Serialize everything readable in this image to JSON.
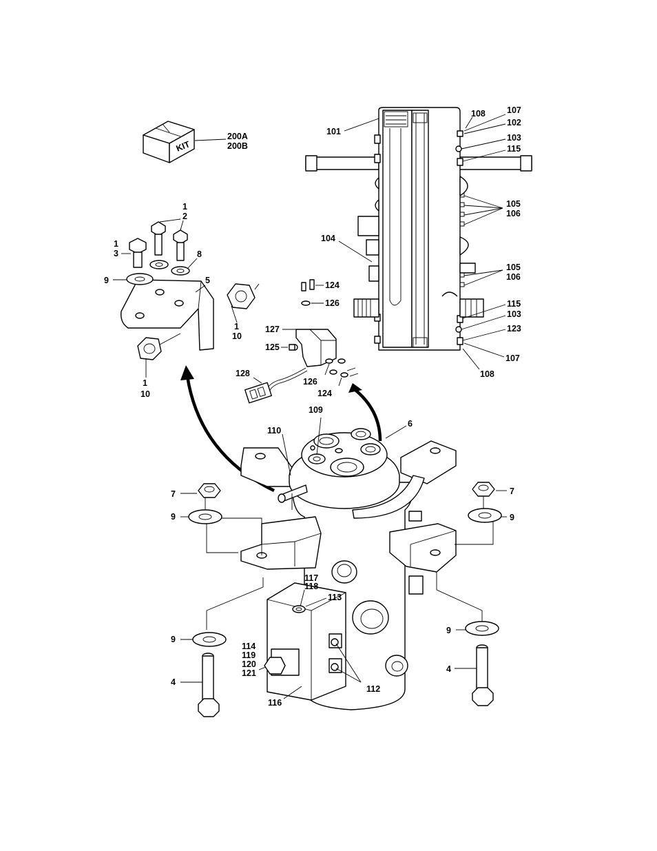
{
  "kit_box_text": "KIT",
  "callouts": {
    "c200A": "200A",
    "c200B": "200B",
    "c1a": "1",
    "c2": "2",
    "c1b": "1",
    "c3": "3",
    "c8": "8",
    "c9a": "9",
    "c5": "5",
    "c1c": "1",
    "c10a": "10",
    "c1d": "1",
    "c10b": "10",
    "c101": "101",
    "c104": "104",
    "c108a": "108",
    "c107a": "107",
    "c102": "102",
    "c103a": "103",
    "c115a": "115",
    "c105a": "105",
    "c106a": "106",
    "c105b": "105",
    "c106b": "106",
    "c115b": "115",
    "c103b": "103",
    "c123": "123",
    "c107b": "107",
    "c108b": "108",
    "c124a": "124",
    "c126a": "126",
    "c127": "127",
    "c125": "125",
    "c128": "128",
    "c126b": "126",
    "c124b": "124",
    "c109": "109",
    "c6": "6",
    "c110": "110",
    "c7a": "7",
    "c9b": "9",
    "c7b": "7",
    "c9c": "9",
    "c117": "117",
    "c118": "118",
    "c113": "113",
    "c9d": "9",
    "c114": "114",
    "c119": "119",
    "c120": "120",
    "c121": "121",
    "c112": "112",
    "c4a": "4",
    "c116": "116",
    "c9e": "9",
    "c4b": "4"
  }
}
